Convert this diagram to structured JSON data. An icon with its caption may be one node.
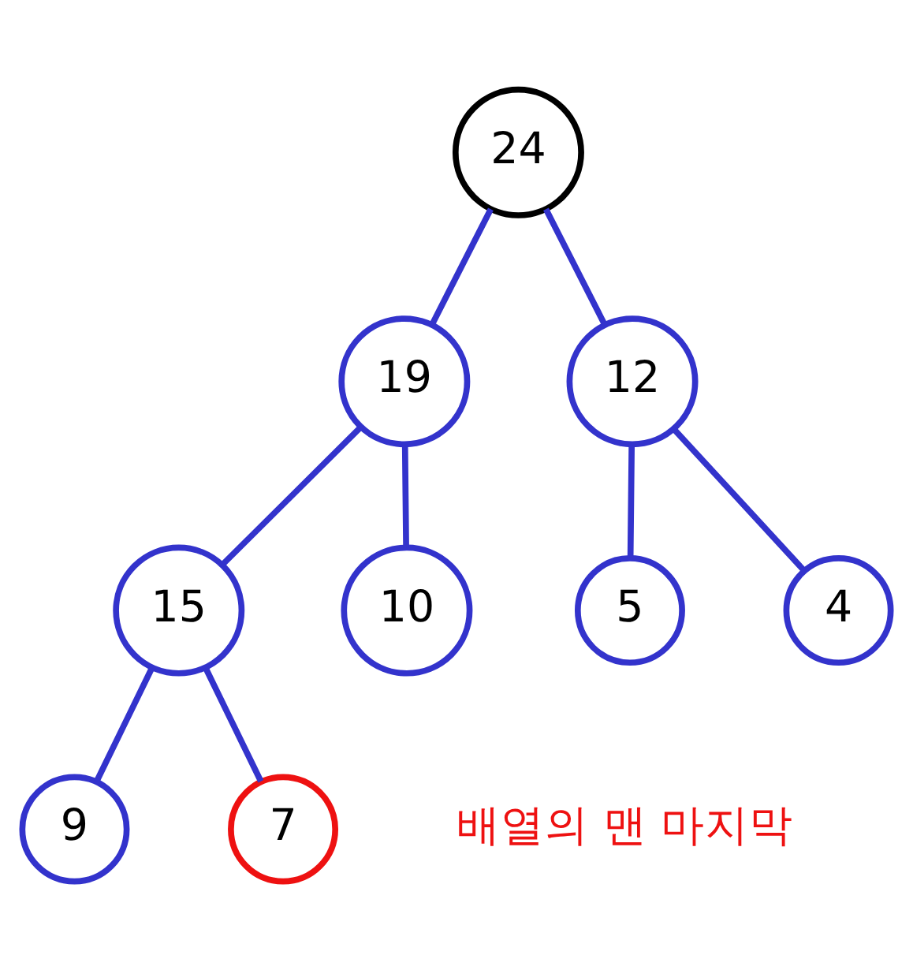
{
  "diagram": {
    "nodes": [
      {
        "text": [
          "24"
        ]
      },
      {
        "text": [
          "19"
        ]
      },
      {
        "text": [
          "12"
        ]
      },
      {
        "text": [
          "15"
        ]
      },
      {
        "text": [
          "10"
        ]
      },
      {
        "text": [
          "5"
        ]
      },
      {
        "text": [
          "4"
        ]
      },
      {
        "text": [
          "9"
        ]
      },
      {
        "text": [
          "7"
        ],
        "beside": [
          "배열의 맨 마지막"
        ]
      }
    ],
    "edges": [
      {
        "from": 0,
        "to": 1,
        "arrow": "none"
      },
      {
        "from": 0,
        "to": 2,
        "arrow": "none"
      },
      {
        "from": 1,
        "to": 3,
        "arrow": "none"
      },
      {
        "from": 1,
        "to": 4,
        "arrow": "none"
      },
      {
        "from": 2,
        "to": 5,
        "arrow": "none"
      },
      {
        "from": 2,
        "to": 6,
        "arrow": "none"
      },
      {
        "from": 3,
        "to": 7,
        "arrow": "none"
      },
      {
        "from": 3,
        "to": 8,
        "arrow": "none"
      }
    ]
  }
}
